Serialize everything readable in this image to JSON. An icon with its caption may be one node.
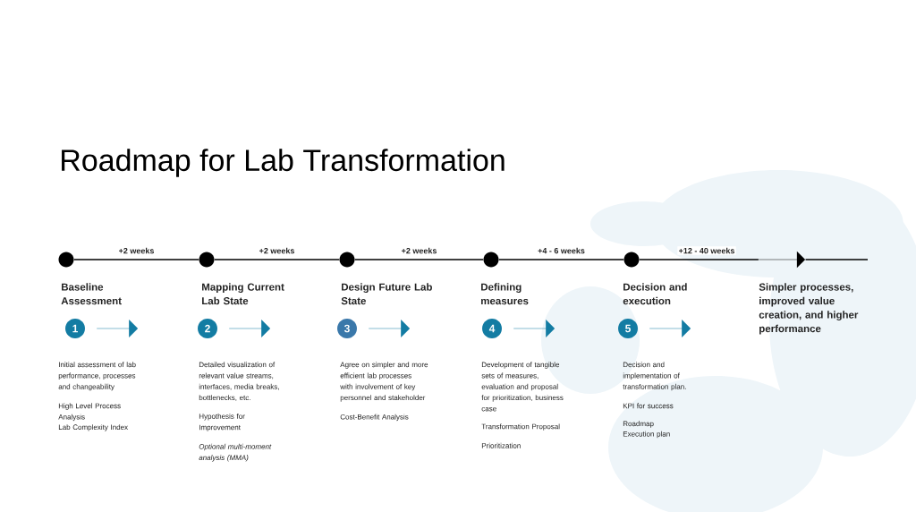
{
  "diagram": {
    "title": "Roadmap for Lab Transformation",
    "nodes": [
      {
        "text": [],
        "shape": "circle"
      },
      {
        "text": [],
        "shape": "circle"
      },
      {
        "text": [],
        "shape": "circle"
      },
      {
        "text": [],
        "shape": "circle"
      },
      {
        "text": [],
        "shape": "circle"
      },
      {
        "text": [],
        "shape": "arrow",
        "beside": [
          "Simpler processes, improved value creation, and higher performance"
        ]
      },
      {
        "text": [
          "1"
        ],
        "beside": [
          "Baseline Assessment",
          "Initial assessment of lab performance, processes and changeability",
          "High Level Process Analysis",
          "Lab Complexity Index"
        ]
      },
      {
        "text": [
          "2"
        ],
        "beside": [
          "Mapping Current Lab State",
          "Detailed visualization of relevant value streams, interfaces, media breaks, bottlenecks, etc.",
          "Hypothesis for Improvement",
          "Optional multi-moment analysis (MMA)"
        ]
      },
      {
        "text": [
          "3"
        ],
        "beside": [
          "Design Future Lab State",
          "Agree on simpler and more efficient lab processes with involvement of key personnel and stakeholder",
          "Cost-Benefit Analysis"
        ]
      },
      {
        "text": [
          "4"
        ],
        "beside": [
          "Defining measures",
          "Development of tangible sets of measures, evaluation and proposal for prioritization, business case",
          "Transformation Proposal",
          "Prioritization"
        ]
      },
      {
        "text": [
          "5"
        ],
        "beside": [
          "Decision and execution",
          "Decision and implementation of transformation plan.",
          "KPI for success",
          "Roadmap",
          "Execution plan"
        ]
      }
    ],
    "edges": [
      {
        "from": 0,
        "to": 1,
        "arrow": "none",
        "label": "+2 weeks"
      },
      {
        "from": 1,
        "to": 2,
        "arrow": "none",
        "label": "+2 weeks"
      },
      {
        "from": 2,
        "to": 3,
        "arrow": "none",
        "label": "+2 weeks"
      },
      {
        "from": 3,
        "to": 4,
        "arrow": "none",
        "label": "+4 - 6 weeks"
      },
      {
        "from": 4,
        "to": 5,
        "arrow": "none",
        "label": "+12 - 40 weeks"
      }
    ]
  }
}
